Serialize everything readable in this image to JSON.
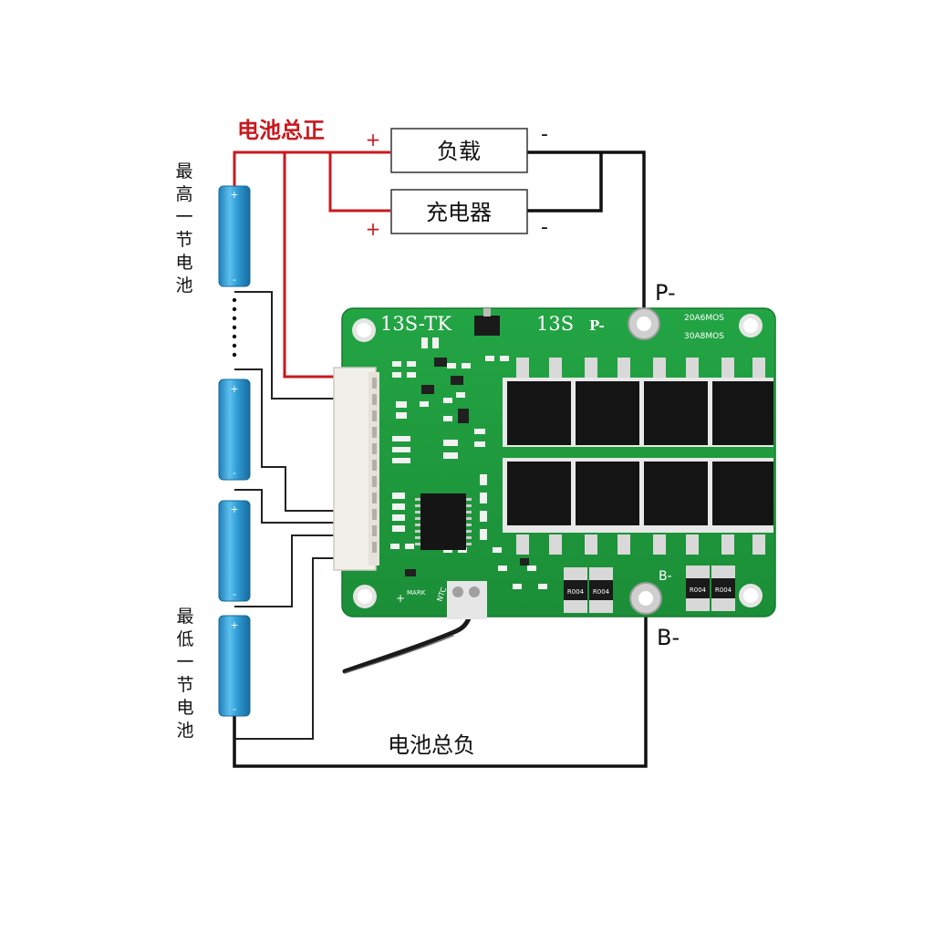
{
  "labels": {
    "battery_total_positive": "电池总正",
    "battery_total_negative": "电池总负",
    "highest_cell": [
      "最",
      "高",
      "一",
      "节",
      "电",
      "池"
    ],
    "lowest_cell": [
      "最",
      "低",
      "一",
      "节",
      "电",
      "池"
    ],
    "load": "负载",
    "charger": "充电器",
    "plus": "+",
    "minus": "-",
    "p_minus": "P-",
    "b_minus": "B-"
  },
  "board": {
    "model": "13S-TK",
    "series": "13S",
    "p_pad": "P-",
    "b_pad": "B-",
    "mos_line1": "20A6MOS",
    "mos_line2": "30A8MOS",
    "ntc": "NTC",
    "mark": "MARK",
    "resistor_code": "R004"
  },
  "colors": {
    "positive_wire": "#c8191e",
    "negative_wire": "#111111",
    "sense_wire": "#222222",
    "cell_blue": "#2f9bd4",
    "pcb_green": "#1f9a3c",
    "mosfet": "#141414"
  }
}
